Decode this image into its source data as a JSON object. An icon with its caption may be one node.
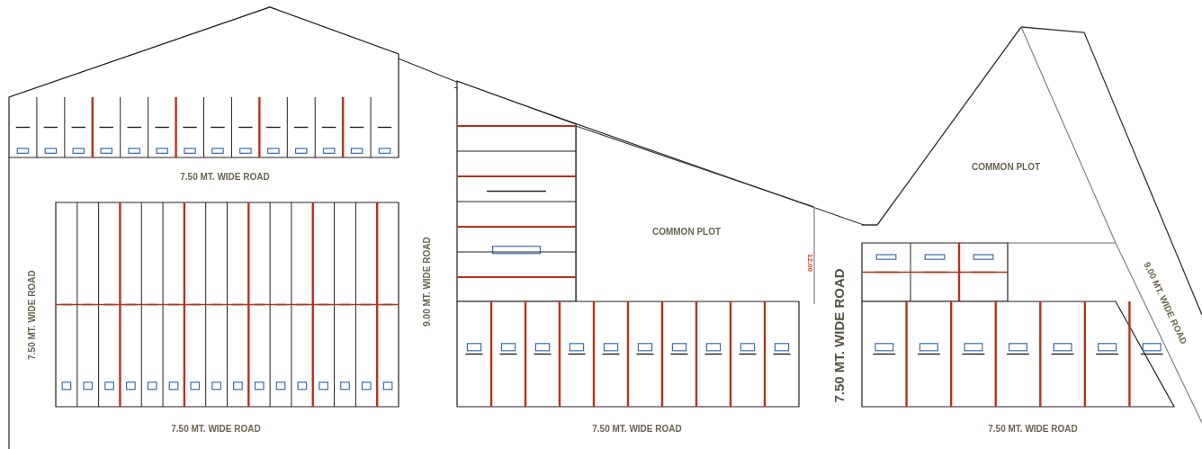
{
  "diagram": {
    "labels": [
      "7.50 MT. WIDE ROAD",
      "COMMON PLOT",
      "COMMON PLOT",
      "12.00",
      "7.50 MT. WIDE ROAD",
      "9.00 MT. WIDE ROAD",
      "7.50 MT. WIDE ROAD",
      "9.00 MT. WIDE ROAD",
      "7.50 MT. WIDE ROAD",
      "7.50 MT. WIDE ROAD",
      "7.50 MT. WIDE ROAD"
    ]
  }
}
